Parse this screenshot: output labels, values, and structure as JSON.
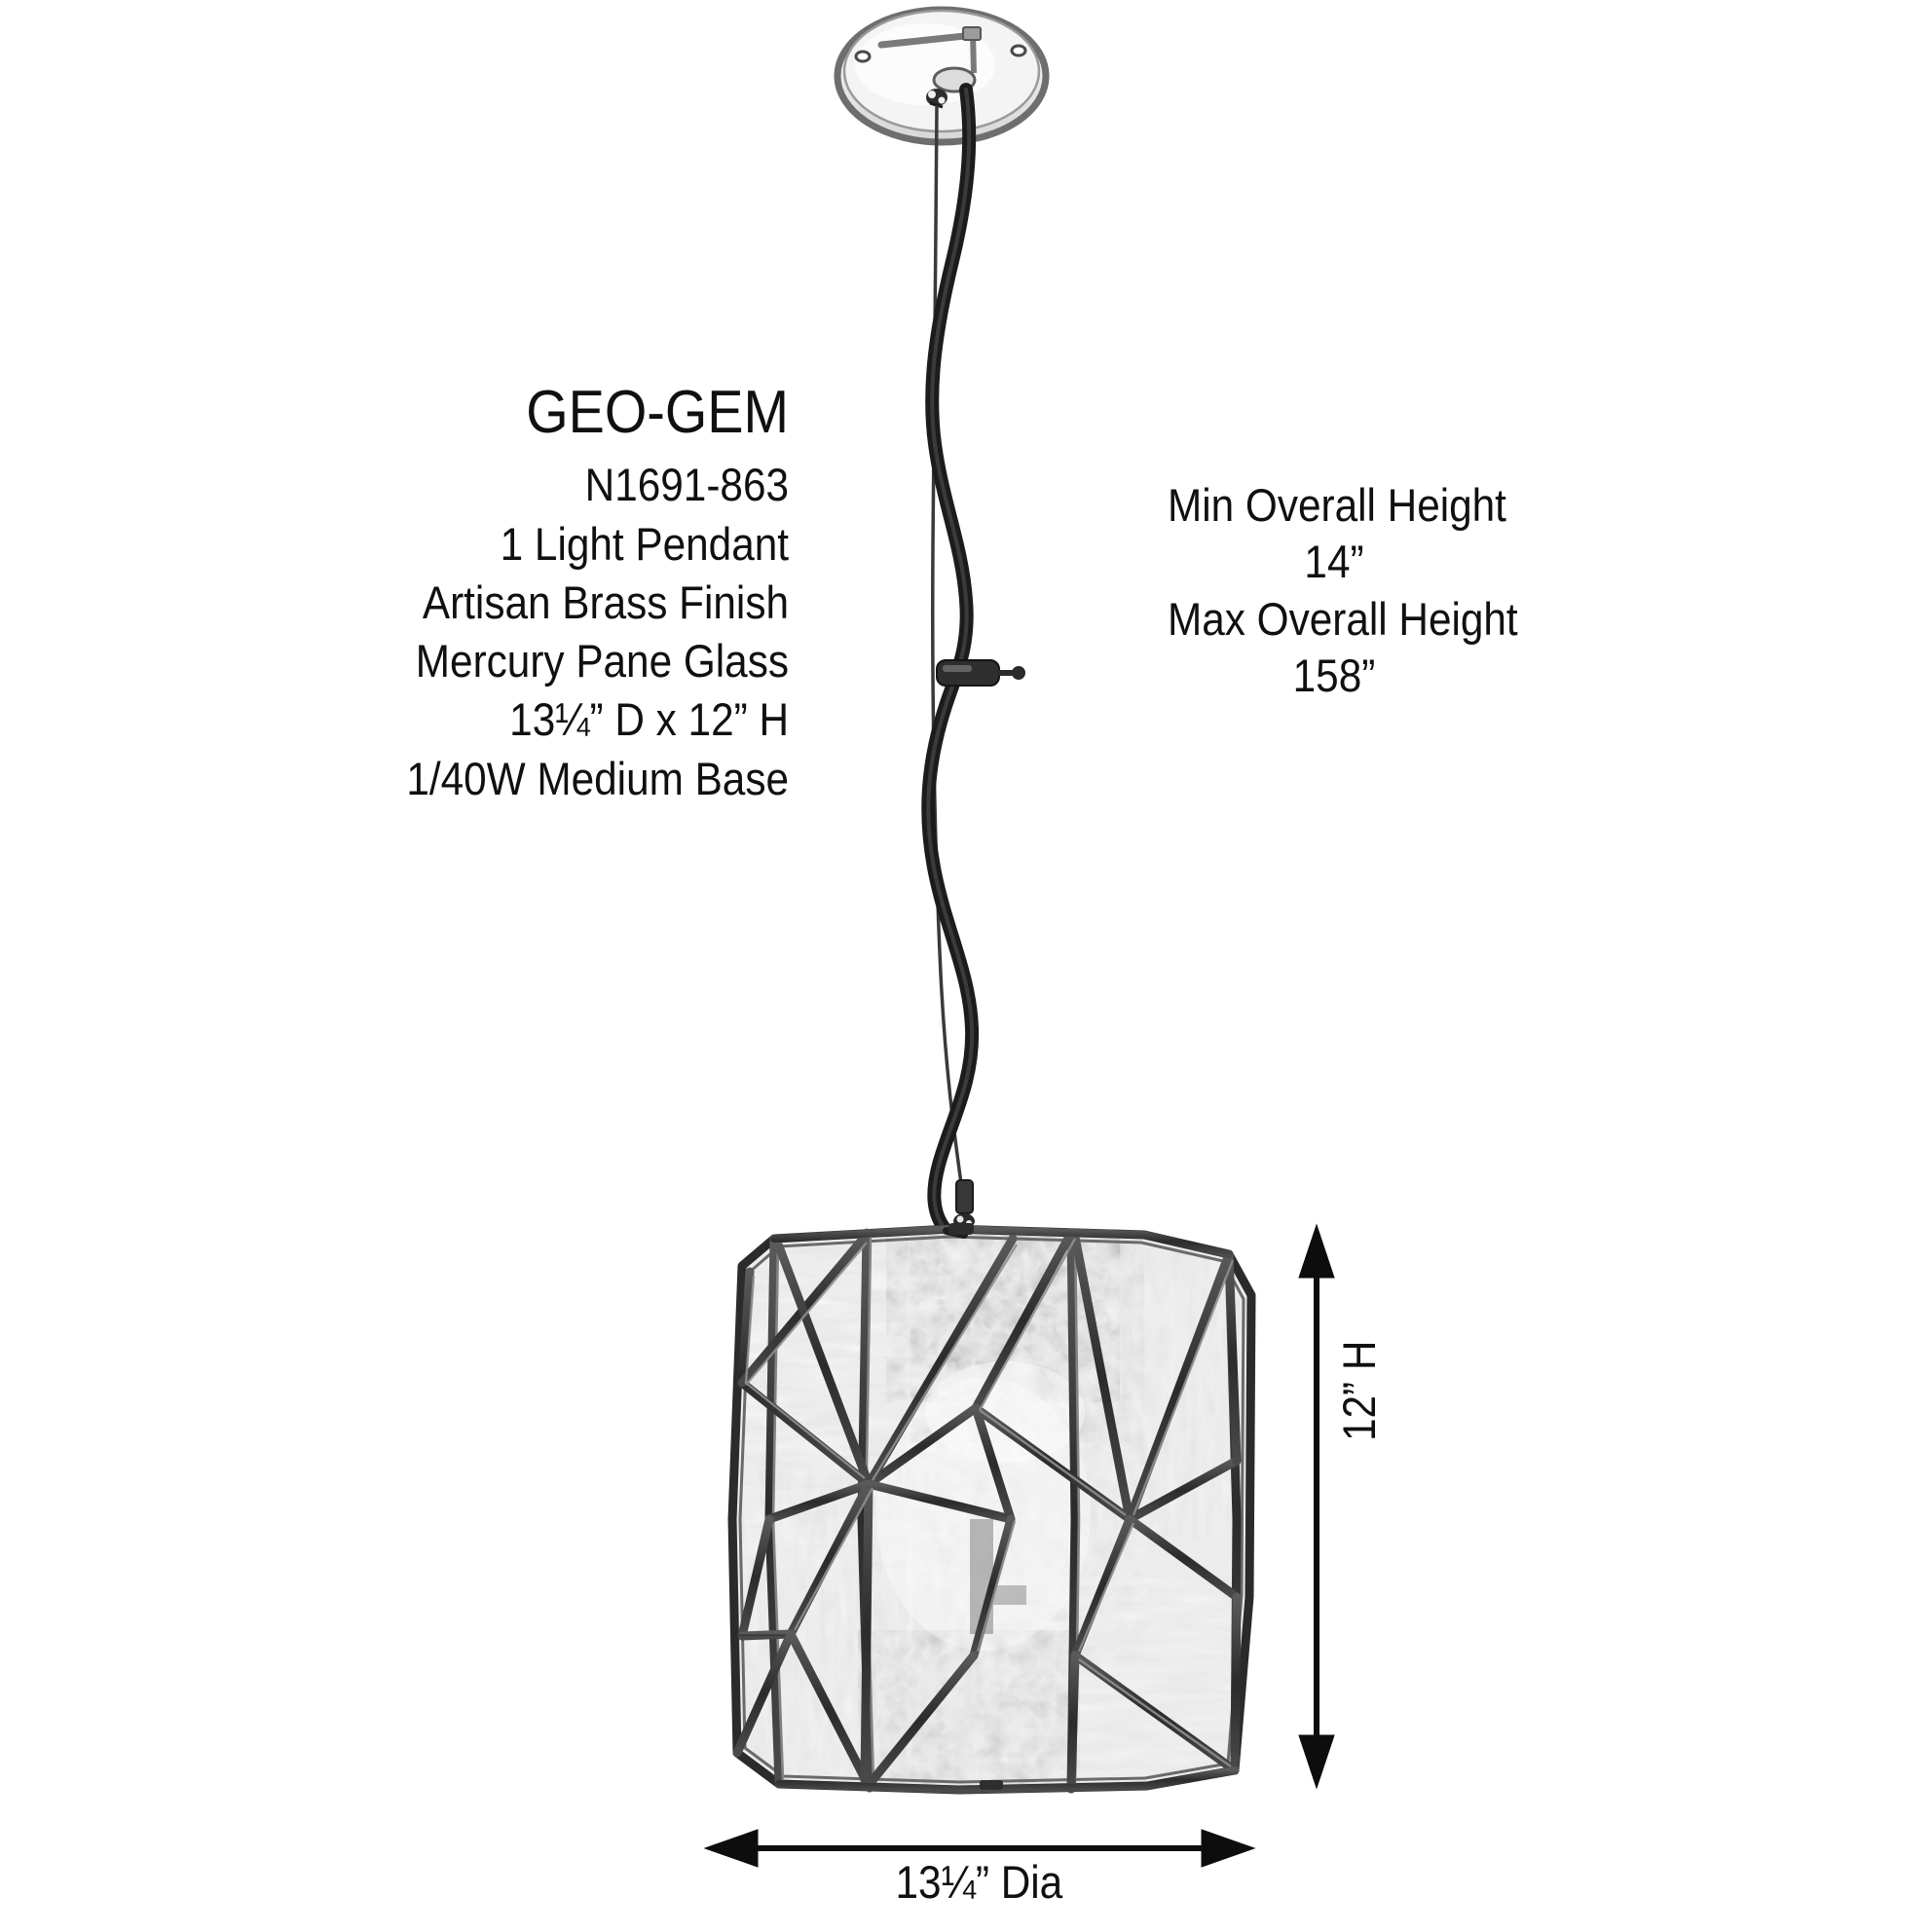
{
  "product": {
    "name": "GEO-GEM",
    "sku": "N1691-863",
    "type": "1 Light Pendant",
    "finish": "Artisan Brass Finish",
    "glass": "Mercury Pane Glass",
    "dimensions": "13¼” D x 12” H",
    "lamping": "1/40W Medium Base"
  },
  "heights": {
    "min_label": "Min Overall Height",
    "min_value": "14”",
    "max_label": "Max Overall Height",
    "max_value": "158”"
  },
  "dimension_callouts": {
    "height": "12” H",
    "diameter": "13¼” Dia"
  },
  "colors": {
    "text": "#101010",
    "frame": "#3a3a3a",
    "frame_dark": "#262626",
    "glass_light": "#f2f2f2",
    "glass_mid": "#dcdcdc",
    "glass_dark": "#bfbfbf",
    "cord": "#1c1c1c",
    "canopy_edge": "#6e6e6e",
    "canopy_face": "#e8e8e8",
    "background": "#ffffff"
  },
  "fixture_parts": {
    "canopy": "ceiling-canopy",
    "cord": "power-cord",
    "cable": "suspension-cable",
    "adjuster": "cable-adjuster-clamp",
    "lower_clamp": "lower-cable-clamp",
    "shade": "faceted-glass-shade"
  }
}
